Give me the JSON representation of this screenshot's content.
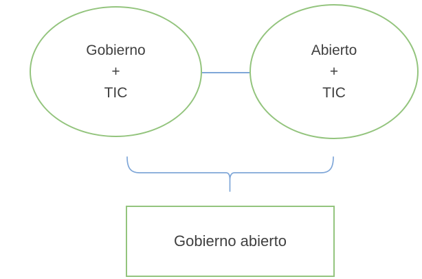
{
  "diagram": {
    "left_ellipse": {
      "lines": [
        "Gobierno",
        "+",
        "TIC"
      ]
    },
    "right_ellipse": {
      "lines": [
        "Abierto",
        "+",
        "TIC"
      ]
    },
    "result_box": {
      "label": "Gobierno abierto"
    },
    "colors": {
      "shape_green": "#93C47D",
      "connector_blue": "#7EA6D8",
      "text_color": "#3F3F3F",
      "bg_color": "#FFFFFF"
    }
  }
}
